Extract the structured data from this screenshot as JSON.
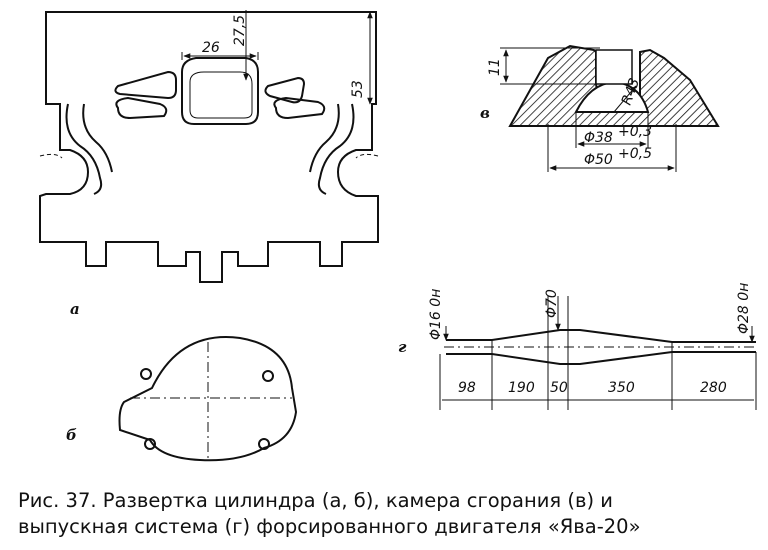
{
  "panels": {
    "a": {
      "label": "а",
      "dims": {
        "width_top": "26",
        "height_port": "27,5",
        "height_total": "53"
      }
    },
    "b": {
      "label": "б"
    },
    "v": {
      "label": "в",
      "dims": {
        "depth": "11",
        "radius": "R43",
        "dia_small": "Φ38",
        "dia_small_tol": "+0,3",
        "dia_large": "Φ50",
        "dia_large_tol": "+0,5"
      }
    },
    "g": {
      "label": "г",
      "dims": {
        "d_inlet": "Φ16 0н",
        "d_middle": "Φ70",
        "d_outlet": "Φ28 0н",
        "len1": "98",
        "len2": "190",
        "len3": "50",
        "len4": "350",
        "len5": "280"
      }
    }
  },
  "caption": {
    "line1": "Рис. 37. Развертка цилиндра (а, б), камера сгорания (в) и",
    "line2": "выпускная система (г) форсированного двигателя «Ява-20»"
  }
}
